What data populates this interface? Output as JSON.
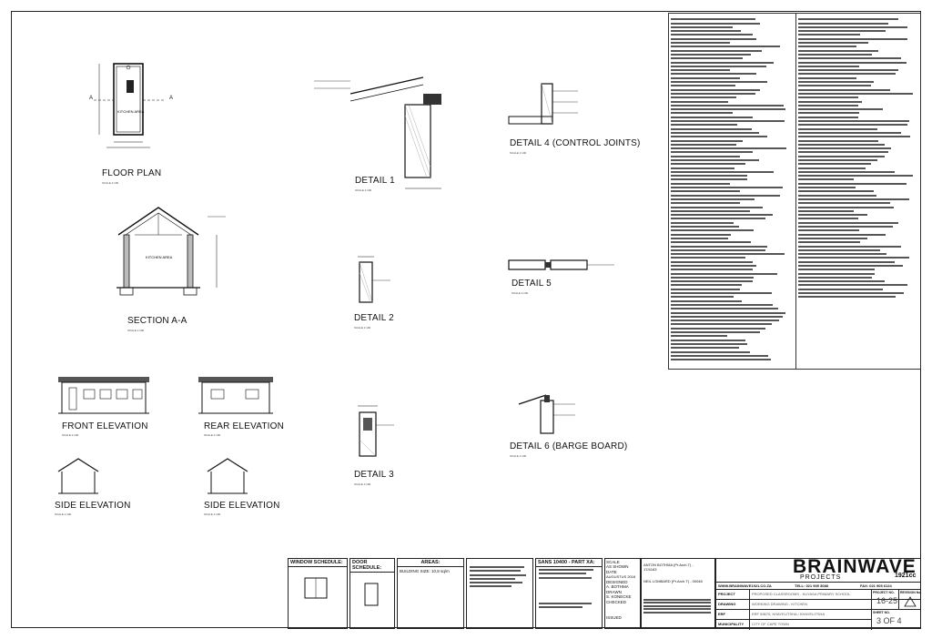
{
  "drawings": {
    "floor_plan": "FLOOR PLAN",
    "section_aa": "SECTION A-A",
    "detail1": "DETAIL 1",
    "detail2": "DETAIL 2",
    "detail3": "DETAIL 3",
    "detail4": "DETAIL 4 (CONTROL JOINTS)",
    "detail5": "DETAIL 5",
    "detail6": "DETAIL 6 (BARGE BOARD)",
    "front_elev": "FRONT ELEVATION",
    "rear_elev": "REAR ELEVATION",
    "side_elev_1": "SIDE ELEVATION",
    "side_elev_2": "SIDE ELEVATION",
    "kitchen_area": "KITCHEN AREA",
    "section_marker": "A",
    "scale_note": "SCALE 1:100"
  },
  "schedules": {
    "window": "WINDOW SCHEDULE:",
    "door": "DOOR SCHEDULE:",
    "areas": "AREAS:",
    "building_size": "BUILDING SIZE: 10,8 sq/m",
    "sans": "SANS 10400 - PART XA:"
  },
  "title_block": {
    "scale_label": "SCALE",
    "scale_value": "AS SHOWN",
    "date_label": "DATE",
    "date_value": "AUGUSTUS 2016",
    "designed_label": "DESIGNED",
    "designed_value": "A. BOTHMA",
    "drawn_label": "DRAWN",
    "drawn_value": "S. KONECKE",
    "checked_label": "CHECKED",
    "issued_label": "ISSUED",
    "engineer1": "ANTON BOTHMA (Pr.Arch.T) - 17/4163",
    "engineer2": "NEIL LOMBARD (Pr.Arch.T) - 00048",
    "brand": "BRAINWAVE",
    "brand_sub": "PROJECTS",
    "brand_year": "1921cc",
    "website": "WWW.BRAINWAVE1921.CO.ZA",
    "tel": "TELL: 021 905 3088",
    "fax": "FAX: 021 905 6124",
    "project_label": "PROJECT",
    "project_value": "PROPOSED CLASSROOMS - KUYASA PRIMARY SCHOOL",
    "drawing_label": "DRAWING",
    "drawing_value": "WORKING DRAWING - KITCHEN",
    "erf_label": "ERF",
    "erf_value": "ERF 59670, KHAYELITSHA / KHAYELITSHA",
    "municipality_label": "MUNICIPALITY",
    "municipality_value": "CITY OF CAPE TOWN",
    "project_no_label": "PROJECT NO.",
    "project_no_value": "16-25",
    "revision_label": "REVISION No.",
    "sheet_label": "SHEET NO.",
    "sheet_value": "3 OF 4"
  }
}
